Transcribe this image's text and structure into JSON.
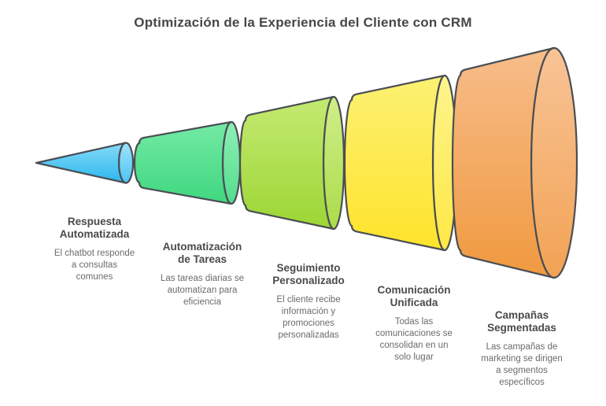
{
  "title": "Optimización de la Experiencia del Cliente con CRM",
  "diagram": {
    "type": "horizontal-funnel",
    "background_color": "#ffffff",
    "outline_color": "#4a4e54",
    "stages": [
      {
        "name": "Respuesta Automatizada",
        "color": "#35BDF0",
        "heading_lines": [
          "Respuesta",
          "Automatizada"
        ],
        "desc_lines": [
          "El chatbot responde",
          "a consultas",
          "comunes"
        ]
      },
      {
        "name": "Automatización de Tareas",
        "color": "#52DD8D",
        "heading_lines": [
          "Automatización",
          "de Tareas"
        ],
        "desc_lines": [
          "Las tareas diarias se",
          "automatizan para",
          "eficiencia"
        ]
      },
      {
        "name": "Seguimiento Personalizado",
        "color": "#A8DC49",
        "heading_lines": [
          "Seguimiento",
          "Personalizado"
        ],
        "desc_lines": [
          "El cliente recibe",
          "información y",
          "promociones",
          "personalizadas"
        ]
      },
      {
        "name": "Comunicación Unificada",
        "color": "#FFE534",
        "heading_lines": [
          "Comunicación",
          "Unificada"
        ],
        "desc_lines": [
          "Todas las",
          "comunicaciones se",
          "consolidan en un",
          "solo lugar"
        ]
      },
      {
        "name": "Campañas Segmentadas",
        "color": "#F2A254",
        "heading_lines": [
          "Campañas",
          "Segmentadas"
        ],
        "desc_lines": [
          "Las campañas de",
          "marketing se dirigen",
          "a segmentos",
          "específicos"
        ]
      }
    ]
  }
}
